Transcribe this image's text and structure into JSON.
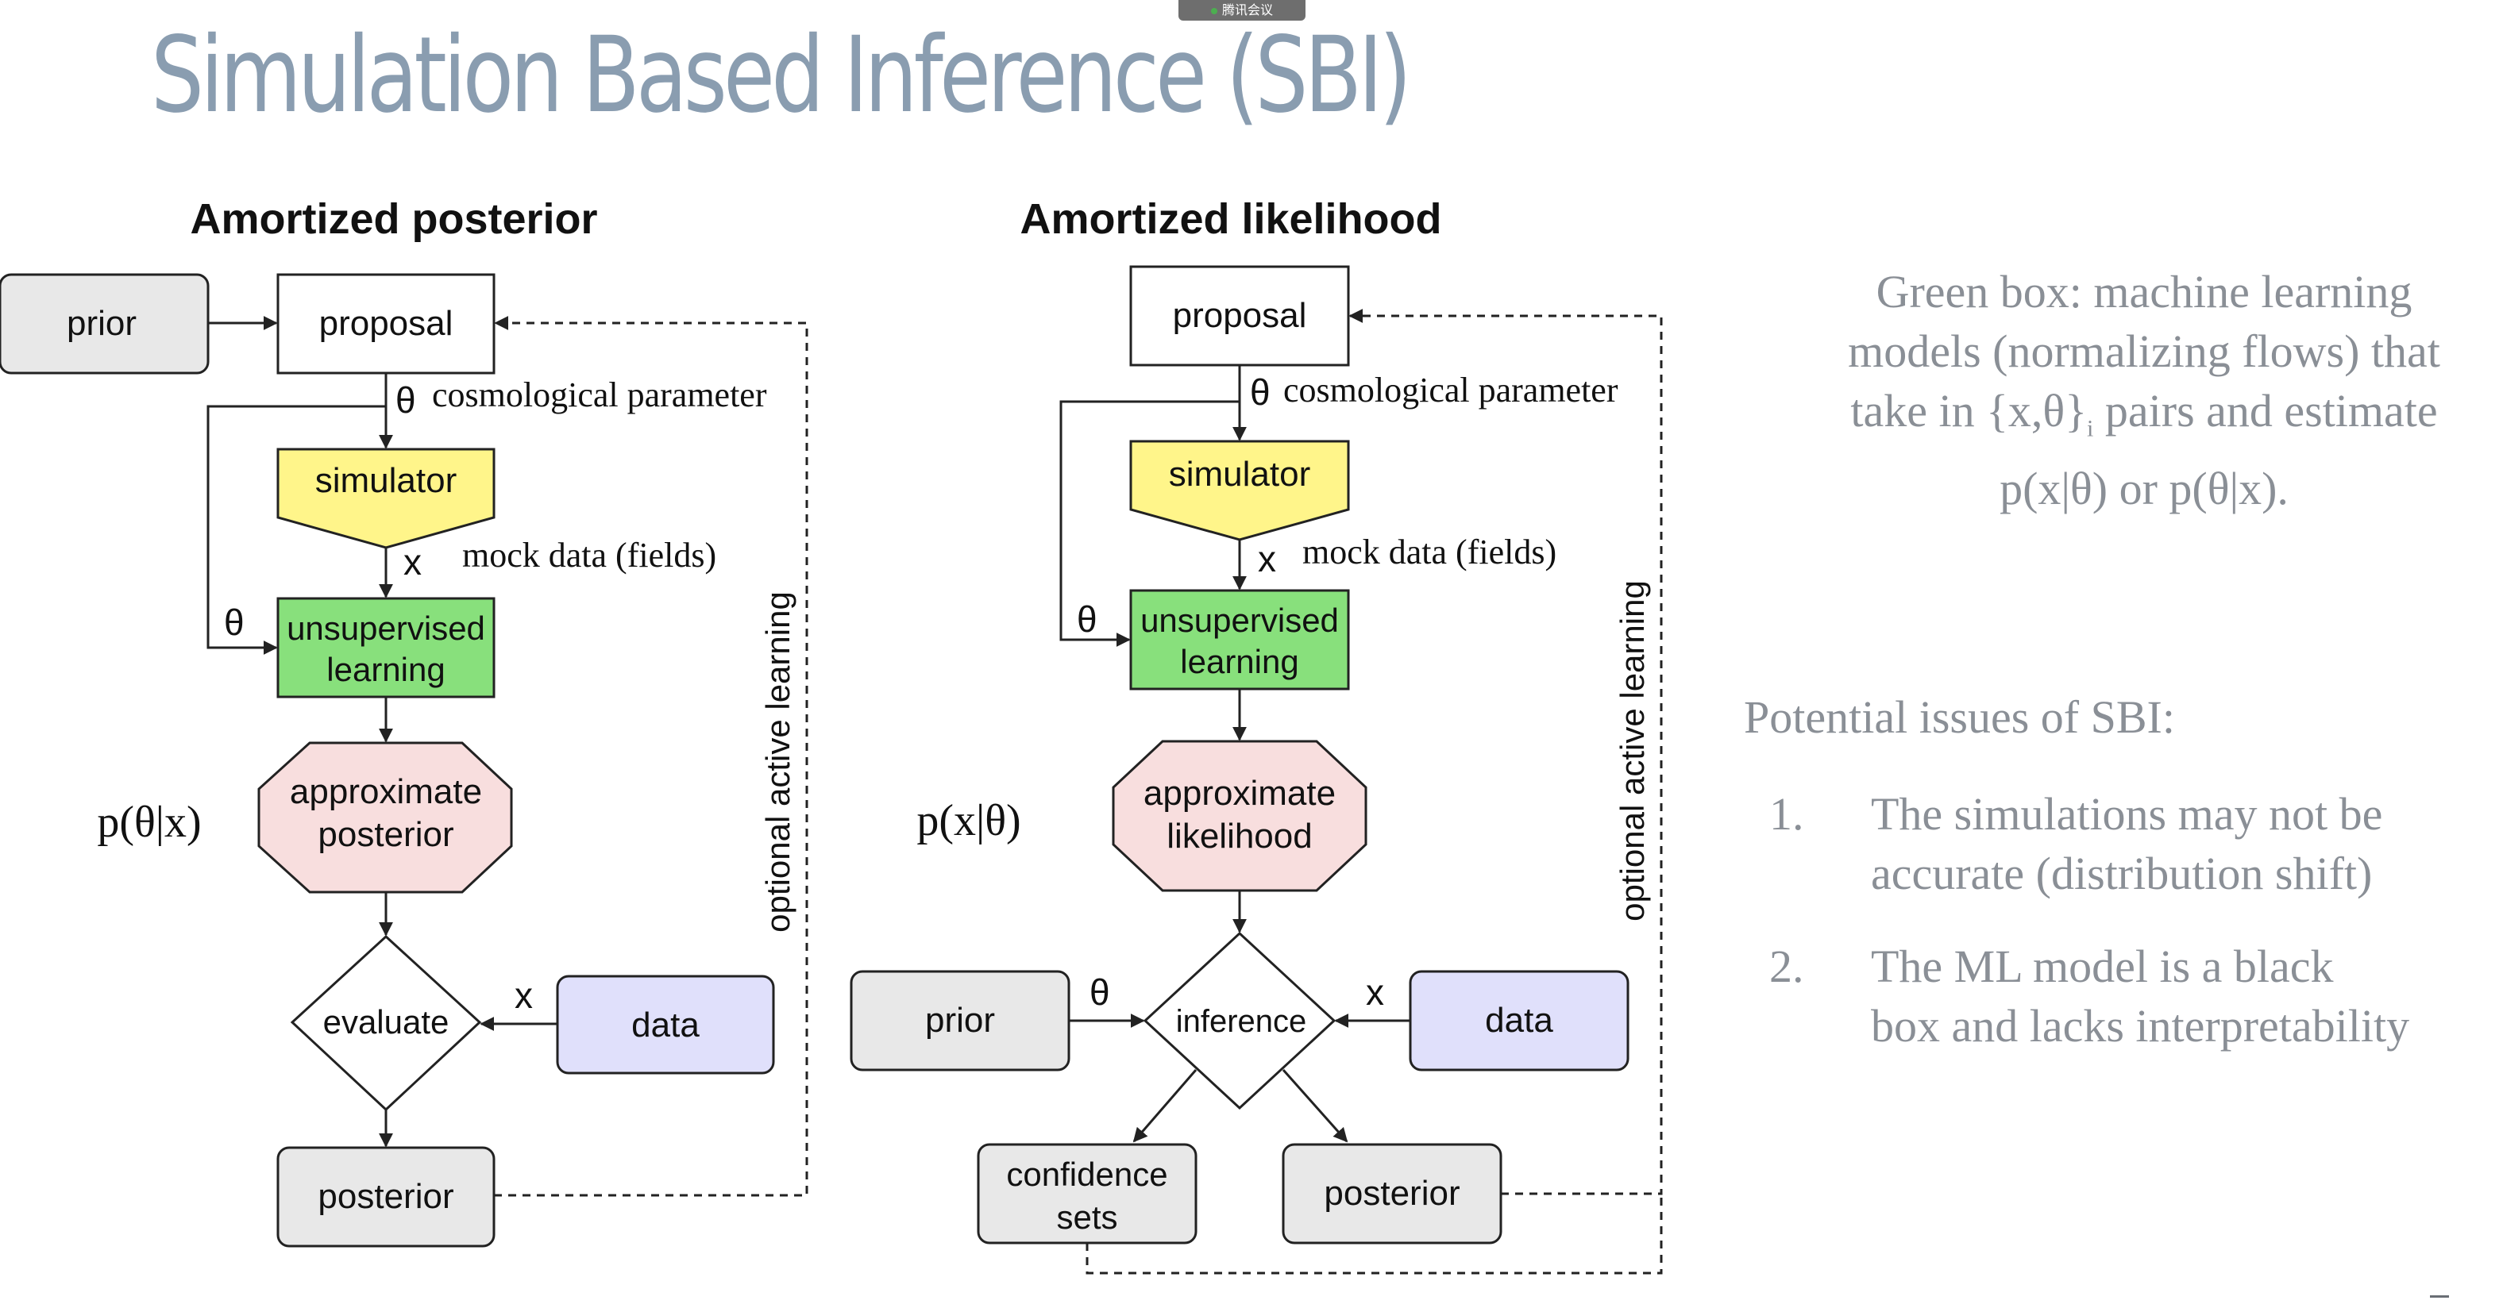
{
  "slide": {
    "title": "Simulation Based Inference (SBI)",
    "badge": "腾讯会议"
  },
  "left_diagram": {
    "heading": "Amortized posterior",
    "prior": "prior",
    "proposal": "proposal",
    "theta_label": "θ",
    "theta_caption": "cosmological parameter",
    "simulator": "simulator",
    "x_label": "x",
    "mock_caption": "mock data (fields)",
    "theta_side": "θ",
    "unsupervised_line1": "unsupervised",
    "unsupervised_line2": "learning",
    "approx_line1": "approximate",
    "approx_line2": "posterior",
    "prob_label": "p(θ|x)",
    "evaluate": "evaluate",
    "x_data": "x",
    "data": "data",
    "posterior": "posterior",
    "active_learning": "optional active learning"
  },
  "right_diagram": {
    "heading": "Amortized likelihood",
    "proposal": "proposal",
    "theta_label": "θ",
    "theta_caption": "cosmological parameter",
    "simulator": "simulator",
    "x_label": "x",
    "mock_caption": "mock data (fields)",
    "theta_side": "θ",
    "unsupervised_line1": "unsupervised",
    "unsupervised_line2": "learning",
    "approx_line1": "approximate",
    "approx_line2": "likelihood",
    "prob_label": "p(x|θ)",
    "prior": "prior",
    "theta_prior": "θ",
    "inference": "inference",
    "x_data": "x",
    "data": "data",
    "confidence_line1": "confidence",
    "confidence_line2": "sets",
    "posterior": "posterior",
    "active_learning": "optional active learning"
  },
  "notes": {
    "green_box_line1": "Green box: machine learning",
    "green_box_line2": "models (normalizing flows) that",
    "green_box_line3a": "take in {x,θ}",
    "green_box_sub": "i",
    "green_box_line3b": " pairs and estimate",
    "green_box_line4": "p(x|θ) or p(θ|x).",
    "issues_title": "Potential issues of SBI:",
    "issues": [
      {
        "num": "1.",
        "line1": "The simulations may not be",
        "line2": "accurate (distribution shift)"
      },
      {
        "num": "2.",
        "line1": "The ML model is a black",
        "line2": "box and lacks interpretability"
      }
    ]
  },
  "colors": {
    "title": "#8a9db0",
    "grey_box": "#e8e8e8",
    "yellow_box": "#fff58a",
    "green_box": "#88e07c",
    "pink_box": "#f8dede",
    "lavender_box": "#e0e0fb",
    "note_text": "#8a8f96"
  }
}
